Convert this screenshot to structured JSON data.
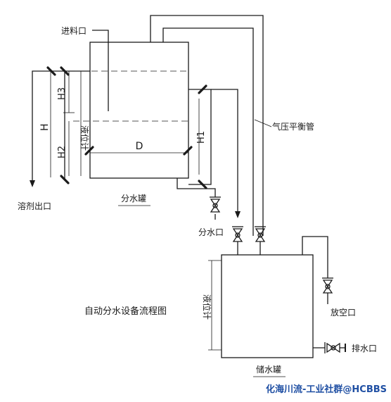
{
  "diagram": {
    "caption": "自动分水设备流程图",
    "separator_tank": "分水罐",
    "storage_tank": "储水罐",
    "inlet": "进料口",
    "solvent_outlet": "溶剂出口",
    "water_outlet": "分水口",
    "balance_pipe": "气压平衡管",
    "vent": "放空口",
    "drain": "排水口",
    "level_gauge_top": "液位计",
    "level_gauge_bottom": "液位计",
    "dim_H": "H",
    "dim_H1": "H1",
    "dim_H2": "H2",
    "dim_H3": "H3",
    "dim_D": "D"
  },
  "watermark": "化海川流-工业社群@HCBBS",
  "colors": {
    "line": "#1a1a1a",
    "watermark": "#1f4fa3",
    "background": "#ffffff"
  }
}
